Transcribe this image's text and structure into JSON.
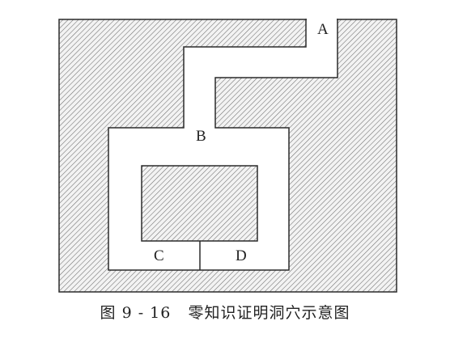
{
  "labels": {
    "a": "A",
    "b": "B",
    "c": "C",
    "d": "D"
  },
  "caption": "图 9 - 16   零知识证明洞穴示意图",
  "colors": {
    "rock_hatch": "#6e6e6e",
    "rock_fill": "#f3f3f3",
    "outline": "#2a2a2a",
    "tunnel": "#ffffff"
  }
}
